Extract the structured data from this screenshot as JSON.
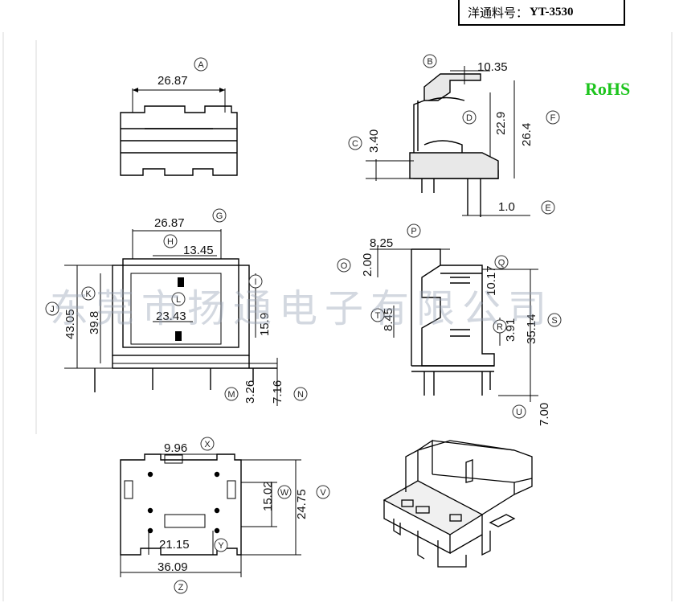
{
  "header": {
    "part_label": "洋通料号：",
    "part_code": "YT-3530"
  },
  "badge": {
    "text": "RoHS",
    "color": "#1dc41d"
  },
  "watermark": "东莞市扬通电子有限公司",
  "views": {
    "top": {
      "A": "26.87"
    },
    "side": {
      "B": "10.35",
      "C": "3.40",
      "D": "22.9",
      "E": "1.0",
      "F": "26.4"
    },
    "front": {
      "G": "26.87",
      "H": "13.45",
      "I": "15.9",
      "J": "43.05",
      "K": "39.8",
      "L": "23.43",
      "M": "3.26",
      "N": "7.16"
    },
    "right": {
      "P": "8.25",
      "O": "2.00",
      "Q": "10.17",
      "T": "8.45",
      "R": "3.91",
      "S": "35.14",
      "U": "7.00"
    },
    "bottom": {
      "X": "9.96",
      "W": "15.02",
      "V": "24.75",
      "Y": "21.15",
      "Z": "36.09"
    }
  }
}
